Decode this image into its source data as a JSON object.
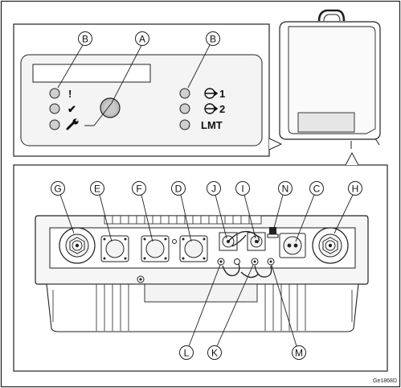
{
  "figure": {
    "code": "Ge1868D",
    "top_panel": {
      "callouts": {
        "b_left": "B",
        "a": "A",
        "b_right": "B"
      },
      "leds_left": [
        {
          "symbol": "!"
        },
        {
          "symbol": "✔"
        },
        {
          "symbol": "wrench-icon"
        }
      ],
      "leds_right": [
        {
          "label": "1"
        },
        {
          "label": "2"
        },
        {
          "label": "LMT"
        }
      ]
    },
    "bottom_panel": {
      "callouts_top": [
        "G",
        "E",
        "F",
        "D",
        "J",
        "I",
        "N",
        "C",
        "H"
      ],
      "callouts_bottom": [
        "L",
        "K",
        "M"
      ]
    },
    "colors": {
      "line": "#1a1a1a",
      "fill_light": "#f3f3f3",
      "fill_grey": "#cfcfcf",
      "panel_bg": "#ffffff"
    }
  }
}
